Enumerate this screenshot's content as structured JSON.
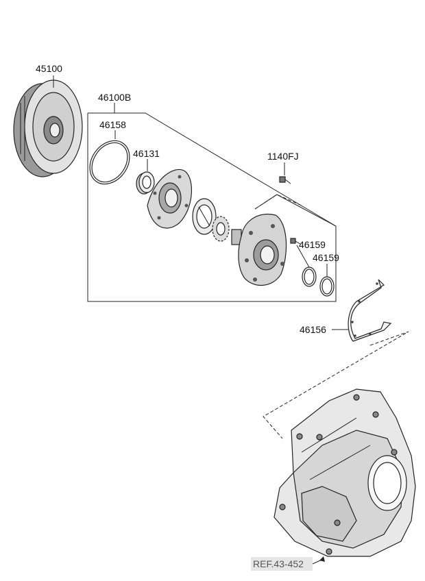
{
  "labels": {
    "torque_converter": "45100",
    "oil_pump_assy": "46100B",
    "o_ring": "46158",
    "oil_seal": "46131",
    "bolt": "1140FJ",
    "ring_1": "46159",
    "ring_2": "46159",
    "gasket": "46156",
    "ref": "REF.43-452"
  },
  "colors": {
    "line": "#222222",
    "part_fill_light": "#e4e4e4",
    "part_fill_mid": "#bdbdbd",
    "part_fill_dark": "#6e6e6e",
    "ref_box_bg": "#e6e6e6"
  }
}
